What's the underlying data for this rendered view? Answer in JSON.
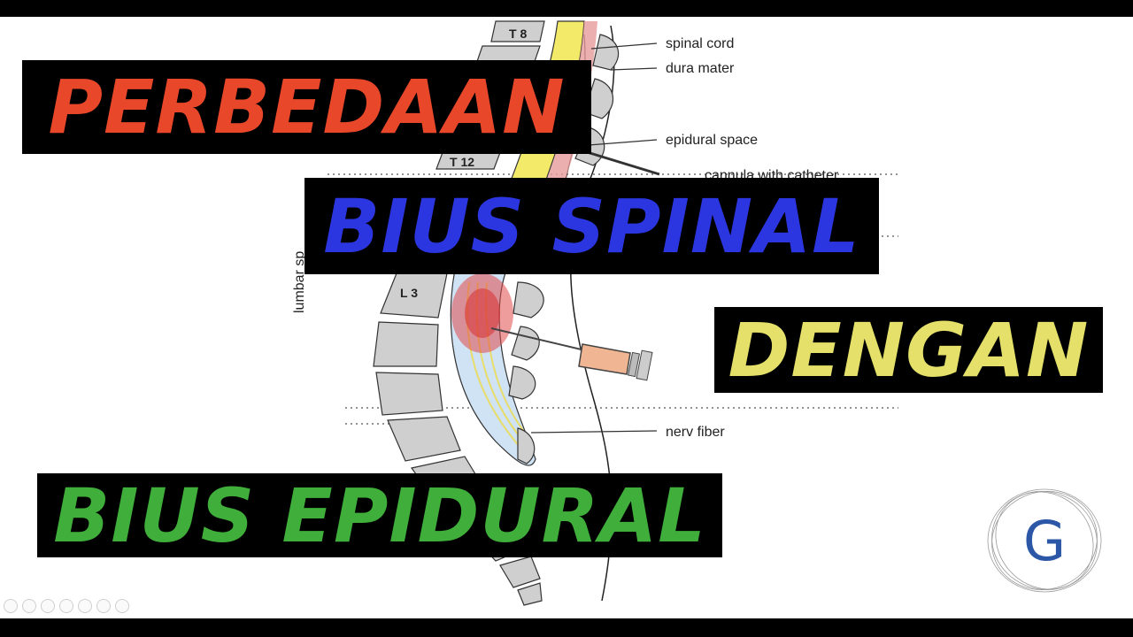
{
  "labels": {
    "spinal_cord": "spinal cord",
    "dura_mater": "dura mater",
    "epidural_space": "epidural space",
    "cannula": "cannula with catheter",
    "nerv_fiber": "nerv fiber",
    "lumbar": "lumbar sp",
    "t8": "T 8",
    "t12": "T 12",
    "l3": "L 3"
  },
  "banners": {
    "line1": "PERBEDAAN",
    "line2": "BIUS SPINAL",
    "line3": "DENGAN",
    "line4": "BIUS EPIDURAL"
  },
  "colors": {
    "line1": "#e8472a",
    "line2": "#2b36e0",
    "line3": "#e4e06a",
    "line4": "#3fae3a",
    "logo": "#2c57a6"
  },
  "logo_letter": "G"
}
